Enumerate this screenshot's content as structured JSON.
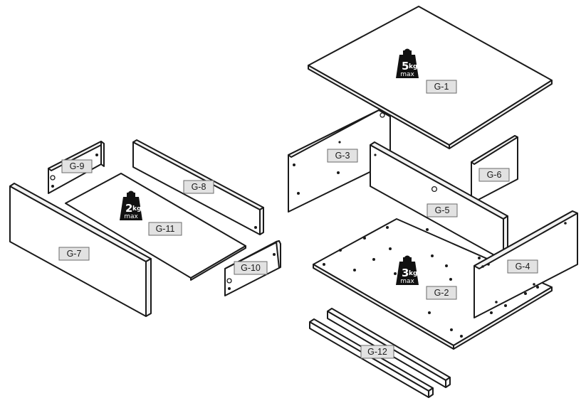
{
  "parts": {
    "g1": "G-1",
    "g2": "G-2",
    "g3": "G-3",
    "g4": "G-4",
    "g5": "G-5",
    "g6": "G-6",
    "g7": "G-7",
    "g8": "G-8",
    "g9": "G-9",
    "g10": "G-10",
    "g11": "G-11",
    "g12": "G-12"
  },
  "weights": {
    "top": {
      "value": "5",
      "unit": "kg",
      "qualifier": "max"
    },
    "bottom": {
      "value": "3",
      "unit": "kg",
      "qualifier": "max"
    },
    "drawer": {
      "value": "2",
      "unit": "kg",
      "qualifier": "max"
    }
  },
  "colors": {
    "line": "#1a1a1a",
    "label_fill": "#e2e2e2",
    "weight_icon": "#111111"
  }
}
